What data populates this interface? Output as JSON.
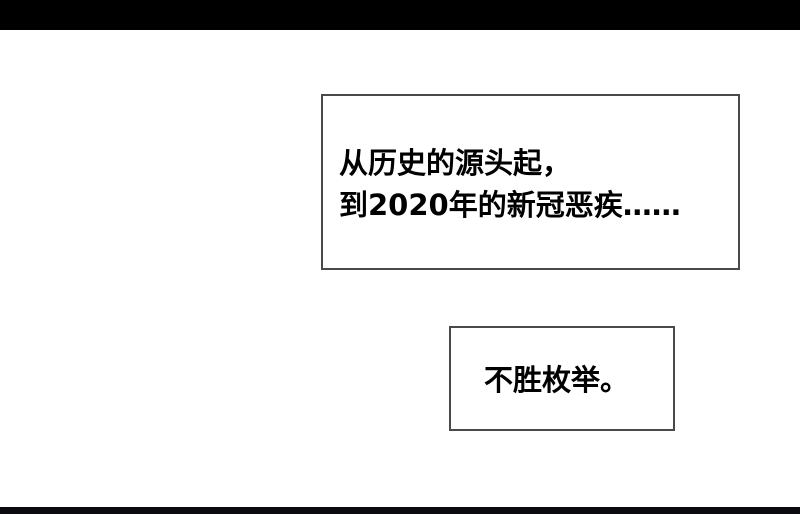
{
  "panel": {
    "caption_1": {
      "line_1": "从历史的源头起，",
      "line_2": "到2020年的新冠恶疾……"
    },
    "caption_2": {
      "line_1": "不胜枚举。"
    }
  },
  "colors": {
    "background": "#ffffff",
    "top_bar": "#000000",
    "box_border": "#4a4a4a",
    "text": "#000000"
  }
}
